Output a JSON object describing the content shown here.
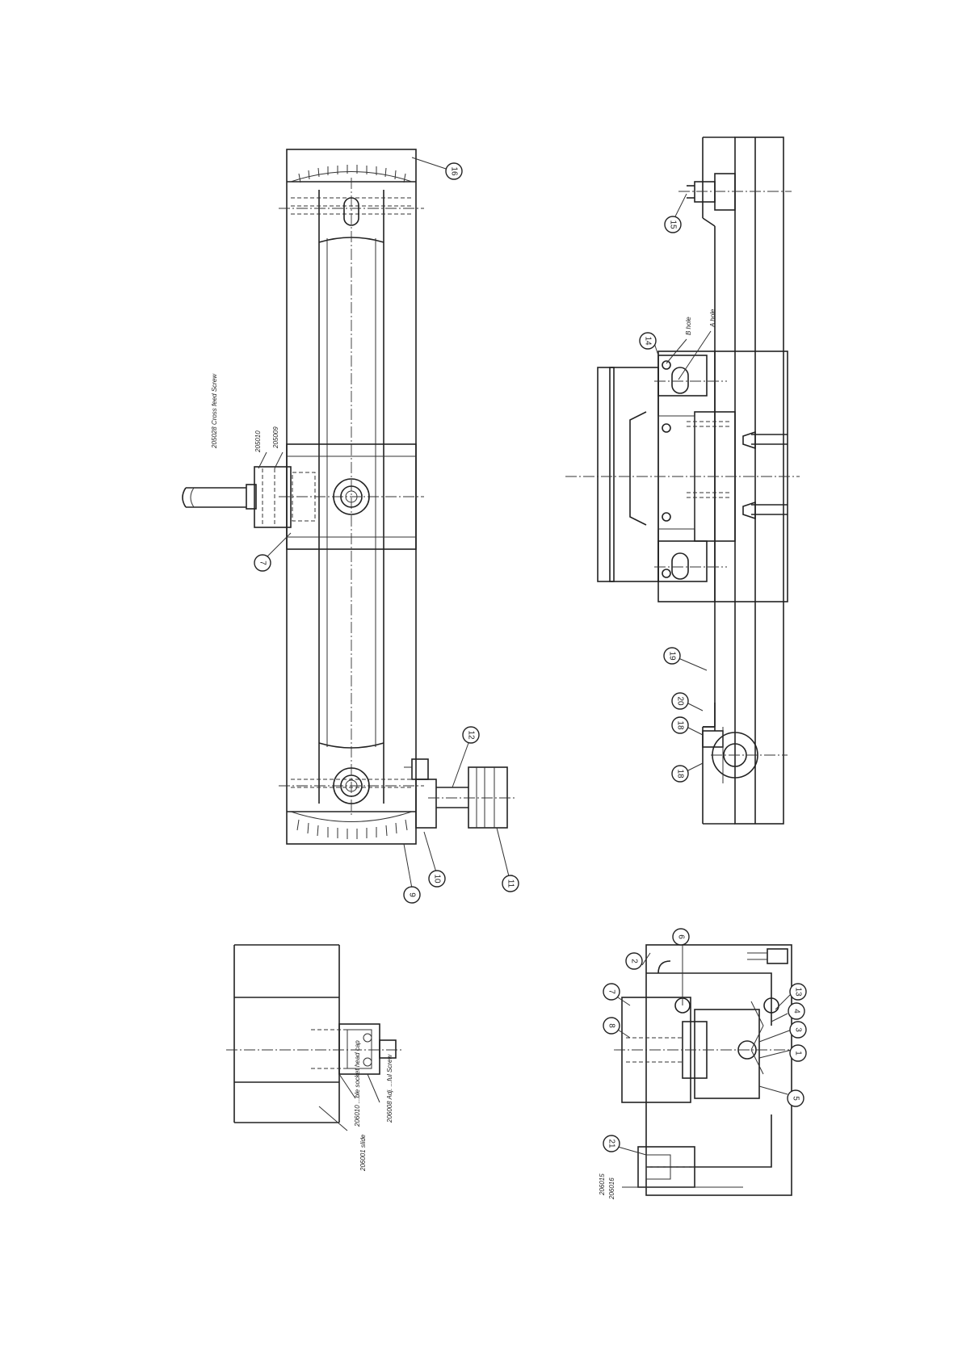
{
  "balloons": {
    "top_left": {
      "b16": "16",
      "b7": "7",
      "b12": "12",
      "b9": "9",
      "b10": "10",
      "b11": "11"
    },
    "top_right": {
      "b15": "15",
      "b14": "14",
      "b19": "19",
      "b20": "20",
      "b18a": "18",
      "b18b": "18"
    },
    "bottom_right": {
      "b6": "6",
      "b2": "2",
      "b7": "7",
      "b8": "8",
      "b13": "13",
      "b4": "4",
      "b3": "3",
      "b1": "1",
      "b5": "5",
      "b21": "21"
    }
  },
  "notes": {
    "cross_feed_screw": "205028 Cross feed Screw",
    "part_205010": "205010",
    "part_205009": "205009",
    "hole_b": "B hole",
    "hole_a": "A hole",
    "slide_part": "206001 slide",
    "part_206010": "206010 ...ble socket head cap",
    "part_206008": "206008 Adj. ...ful Screw",
    "bottom_small_a": "206015",
    "bottom_small_b": "206016"
  }
}
